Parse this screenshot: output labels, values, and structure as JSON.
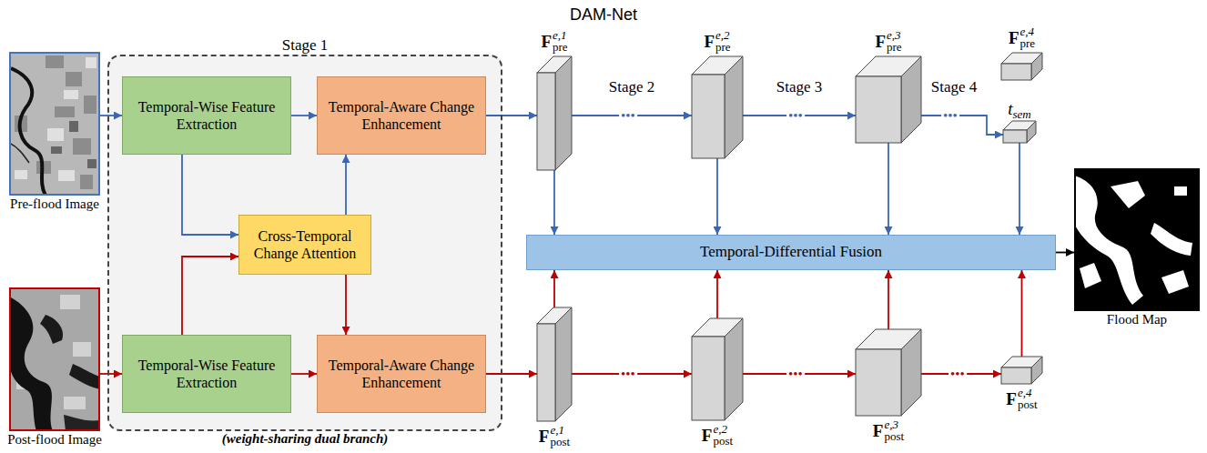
{
  "diagram": {
    "title": "DAM-Net",
    "nodes": [
      {
        "text": [
          "Pre-flood Image"
        ]
      },
      {
        "text": [
          "Stage 1",
          "(weight-sharing dual branch)"
        ]
      },
      {
        "text": [
          "Temporal-Wise Feature Extraction"
        ],
        "in": 1
      },
      {
        "text": [
          "Temporal-Aware Change Enhancement"
        ],
        "in": 1
      },
      {
        "text": [
          "Cross-Temporal Change Attention"
        ],
        "in": 1
      },
      {
        "text": [
          "Temporal-Wise Feature Extraction"
        ],
        "in": 1
      },
      {
        "text": [
          "Temporal-Aware Change Enhancement"
        ],
        "in": 1
      },
      {
        "text": [
          "Post-flood Image"
        ]
      },
      {
        "text": [
          "F",
          "e,1",
          "pre"
        ]
      },
      {
        "text": [
          "F",
          "e,2",
          "pre"
        ]
      },
      {
        "text": [
          "F",
          "e,3",
          "pre"
        ]
      },
      {
        "text": [
          "F",
          "e,4",
          "pre"
        ]
      },
      {
        "text": [
          "t",
          "sem"
        ]
      },
      {
        "text": [
          "Temporal-Differential Fusion"
        ]
      },
      {
        "text": [
          "F",
          "e,1",
          "post"
        ]
      },
      {
        "text": [
          "F",
          "e,2",
          "post"
        ]
      },
      {
        "text": [
          "F",
          "e,3",
          "post"
        ]
      },
      {
        "text": [
          "F",
          "e,4",
          "post"
        ]
      },
      {
        "text": [
          "Flood Map"
        ]
      }
    ],
    "edges": [
      {
        "from": 0,
        "to": 2,
        "arrow": "to"
      },
      {
        "from": 2,
        "to": 3,
        "arrow": "to"
      },
      {
        "from": 2,
        "to": 4,
        "arrow": "to"
      },
      {
        "from": 4,
        "to": 3,
        "arrow": "to"
      },
      {
        "from": 3,
        "to": 8,
        "arrow": "to"
      },
      {
        "from": 7,
        "to": 5,
        "arrow": "to"
      },
      {
        "from": 5,
        "to": 6,
        "arrow": "to"
      },
      {
        "from": 5,
        "to": 4,
        "arrow": "to"
      },
      {
        "from": 4,
        "to": 6,
        "arrow": "to"
      },
      {
        "from": 6,
        "to": 14,
        "arrow": "to"
      },
      {
        "from": 8,
        "to": 9,
        "label": "•••",
        "arrow": "to"
      },
      {
        "from": 9,
        "to": 10,
        "label": "•••",
        "arrow": "to"
      },
      {
        "from": 10,
        "to": 12,
        "label": "•••",
        "arrow": "to"
      },
      {
        "from": 14,
        "to": 15,
        "label": "•••",
        "arrow": "to"
      },
      {
        "from": 15,
        "to": 16,
        "label": "•••",
        "arrow": "to"
      },
      {
        "from": 16,
        "to": 17,
        "label": "•••",
        "arrow": "to"
      },
      {
        "from": 8,
        "to": 13,
        "arrow": "to"
      },
      {
        "from": 9,
        "to": 13,
        "arrow": "to"
      },
      {
        "from": 10,
        "to": 13,
        "arrow": "to"
      },
      {
        "from": 12,
        "to": 13,
        "arrow": "to"
      },
      {
        "from": 14,
        "to": 13,
        "arrow": "to"
      },
      {
        "from": 15,
        "to": 13,
        "arrow": "to"
      },
      {
        "from": 16,
        "to": 13,
        "arrow": "to"
      },
      {
        "from": 17,
        "to": 13,
        "arrow": "to"
      },
      {
        "from": 13,
        "to": 18,
        "arrow": "to"
      }
    ],
    "labels": [
      "Stage 2",
      "Stage 3",
      "Stage 4"
    ]
  }
}
